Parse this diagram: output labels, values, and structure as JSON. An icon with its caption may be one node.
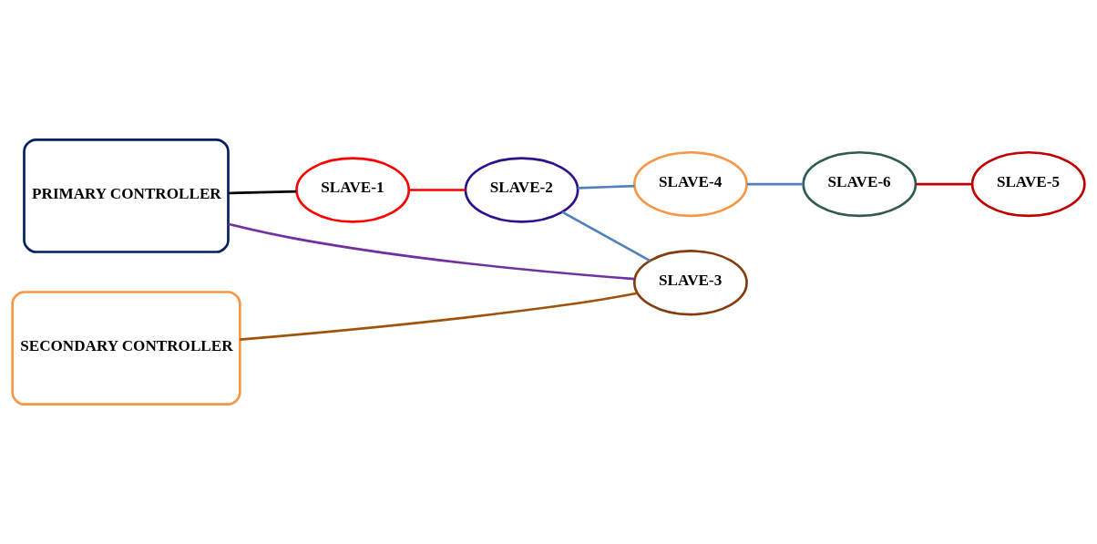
{
  "diagram": {
    "nodes": [
      {
        "text": [
          "PRIMARY CONTROLLER"
        ]
      },
      {
        "text": [
          "SECONDARY CONTROLLER"
        ]
      },
      {
        "text": [
          "SLAVE-1"
        ]
      },
      {
        "text": [
          "SLAVE-2"
        ]
      },
      {
        "text": [
          "SLAVE-4"
        ]
      },
      {
        "text": [
          "SLAVE-3"
        ]
      },
      {
        "text": [
          "SLAVE-6"
        ]
      },
      {
        "text": [
          "SLAVE-5"
        ]
      }
    ],
    "edges": [
      {
        "from": 0,
        "to": 2,
        "arrow": "none",
        "color": "#000000"
      },
      {
        "from": 2,
        "to": 3,
        "arrow": "none",
        "color": "#ff0000"
      },
      {
        "from": 3,
        "to": 4,
        "arrow": "none"
      },
      {
        "from": 3,
        "to": 5,
        "arrow": "none"
      },
      {
        "from": 4,
        "to": 6,
        "arrow": "none"
      },
      {
        "from": 0,
        "to": 5,
        "arrow": "none",
        "color": "#7030a0"
      },
      {
        "from": 1,
        "to": 5,
        "arrow": "none",
        "color": "#a0520a"
      },
      {
        "from": 6,
        "to": 7,
        "arrow": "none",
        "color": "#c00000"
      }
    ]
  }
}
